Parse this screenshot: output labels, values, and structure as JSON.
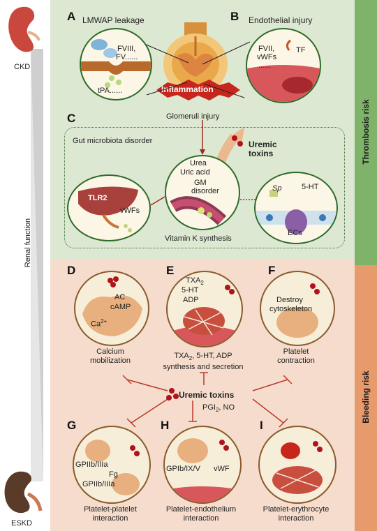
{
  "stage_top": "CKD",
  "stage_bottom": "ESKD",
  "renal_axis": "Renal function",
  "risk_top": "Thrombosis risk",
  "risk_bottom": "Bleeding risk",
  "panels": {
    "A": {
      "letter": "A",
      "title": "LMWAP leakage",
      "factor1": "FVIII,",
      "factor2": "FV......",
      "factor3": "tPA......"
    },
    "B": {
      "letter": "B",
      "title": "Endothelial injury",
      "factor1": "FVII,",
      "factor2": "vWFs",
      "factor3": "TF",
      "dots": "......"
    },
    "C": {
      "letter": "C",
      "title": "Gut microbiota disorder",
      "glomeruli": "Glomeruli injury",
      "toxins_line1": "Uremic",
      "toxins_line2": "toxins",
      "urea": "Urea",
      "uric": "Uric acid",
      "gm1": "GM",
      "gm2": "disorder",
      "tlr2": "TLR2",
      "vwfs": "vWFs",
      "sp": "Sp",
      "ht": "5-HT",
      "ecs": "ECs",
      "vitk": "Vitamin K synthesis"
    },
    "D": {
      "letter": "D",
      "ac": "AC",
      "camp": "cAMP",
      "ca": "Ca",
      "ca_sup": "2+",
      "caption1": "Calcium",
      "caption2": "mobilization"
    },
    "E": {
      "letter": "E",
      "txa": "TXA",
      "txa_sub": "2",
      "ht": "5-HT",
      "adp": "ADP",
      "caption_a": "TXA",
      "caption_sub": "2",
      "caption_b": ", 5-HT, ADP",
      "caption2": "synthesis and secretion"
    },
    "F": {
      "letter": "F",
      "destroy1": "Destroy",
      "destroy2": "cytoskeleton",
      "caption1": "Platelet",
      "caption2": "contraction"
    },
    "center": {
      "toxins": "Uremic toxins",
      "pgi": "PGI",
      "pgi_sub": "2",
      "no": ", NO"
    },
    "G": {
      "letter": "G",
      "l1": "GPIIb/IIIa",
      "l2": "Fg",
      "l3": "GPIIb/IIIa",
      "caption1": "Platelet-platelet",
      "caption2": "interaction"
    },
    "H": {
      "letter": "H",
      "l1": "GPIb/IX/V",
      "l2": "vWF",
      "caption1": "Platelet-endothelium",
      "caption2": "interaction"
    },
    "I": {
      "letter": "I",
      "caption1": "Platelet-erythrocyte",
      "caption2": "interaction"
    }
  },
  "colors": {
    "thrombosis": "#7fb36a",
    "bleeding": "#e79a6c",
    "inhibit": "#b83a2a"
  }
}
